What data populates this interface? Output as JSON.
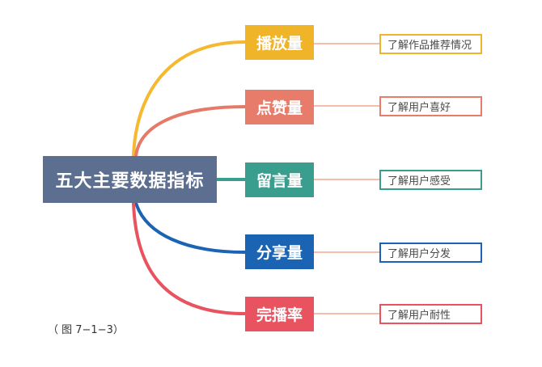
{
  "root": {
    "label": "五大主要数据指标",
    "color": "#5d6f91"
  },
  "branches": [
    {
      "metric": "播放量",
      "description": "了解作品推荐情况",
      "color": "#f0b429",
      "line_color": "#f5b82e",
      "link_color": "#f2a98f"
    },
    {
      "metric": "点赞量",
      "description": "了解用户喜好",
      "color": "#e87c6a",
      "line_color": "#e57a68",
      "link_color": "#f2a98f"
    },
    {
      "metric": "留言量",
      "description": "了解用户感受",
      "color": "#3a9e8f",
      "line_color": "#3a9e8f",
      "link_color": "#f2a98f"
    },
    {
      "metric": "分享量",
      "description": "了解用户分发",
      "color": "#1b63b3",
      "line_color": "#1b63b3",
      "link_color": "#f2a98f"
    },
    {
      "metric": "完播率",
      "description": "了解用户耐性",
      "color": "#e8535f",
      "line_color": "#e8535f",
      "link_color": "#f2a98f"
    }
  ],
  "caption": "（ 图 7−1−3）"
}
